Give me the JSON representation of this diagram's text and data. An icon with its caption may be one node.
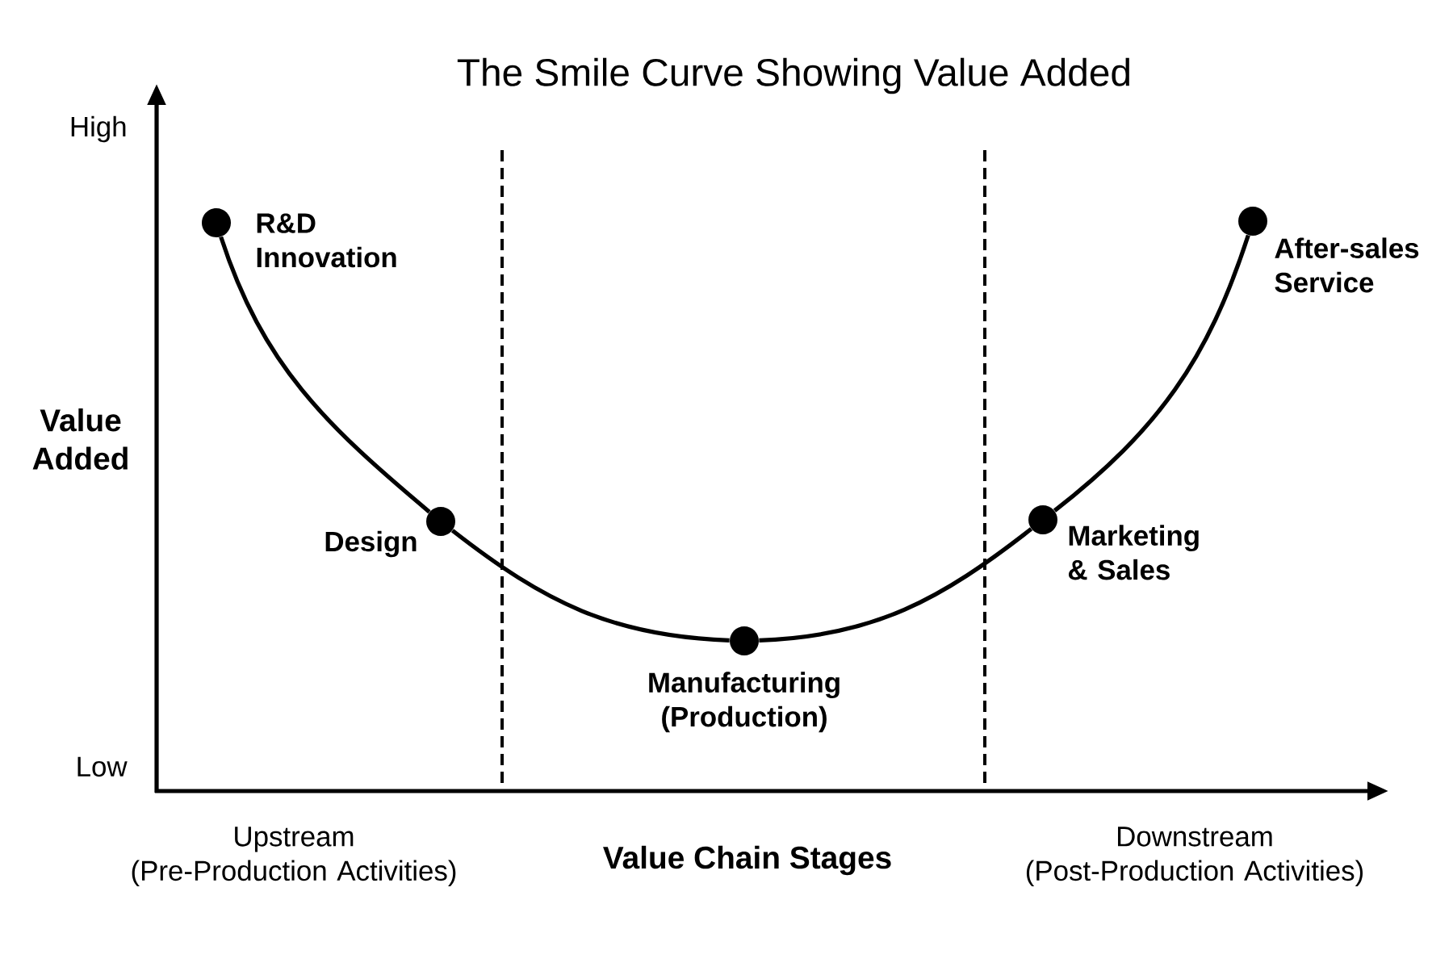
{
  "diagram": {
    "title": "The Smile Curve Showing Value Added",
    "nodes": [
      {
        "text": [],
        "shape": "circle",
        "beside": [
          "R&D Innovation"
        ]
      },
      {
        "text": [],
        "shape": "circle",
        "beside": [
          "Design"
        ]
      },
      {
        "text": [],
        "shape": "circle",
        "beside": [
          "Manufacturing (Production)"
        ]
      },
      {
        "text": [],
        "shape": "circle",
        "beside": [
          "Marketing & Sales"
        ]
      },
      {
        "text": [],
        "shape": "circle",
        "beside": [
          "After-sales Service"
        ]
      }
    ],
    "edges": [
      {
        "from": 0,
        "to": 1,
        "arrow": "none"
      },
      {
        "from": 1,
        "to": 2,
        "arrow": "none"
      },
      {
        "from": 2,
        "to": 3,
        "arrow": "none"
      },
      {
        "from": 3,
        "to": 4,
        "arrow": "none"
      }
    ],
    "labels": [
      "High",
      "Value Added",
      "Low",
      "Upstream (Pre-Production Activities)",
      "Value Chain Stages",
      "Downstream (Post-Production Activities)"
    ]
  }
}
